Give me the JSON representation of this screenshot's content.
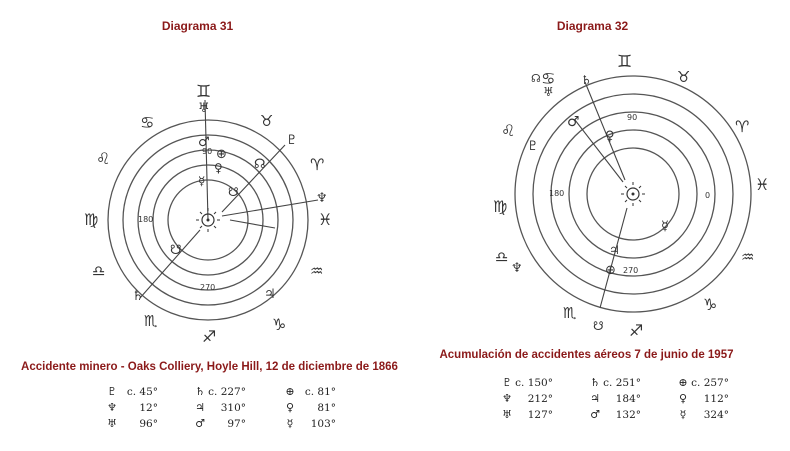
{
  "left": {
    "title": "Diagrama 31",
    "caption": "Accidente minero - Oaks Colliery, Hoyle Hill, 12 de diciembre de 1866",
    "degrees": {
      "d90": "90",
      "d180": "180",
      "d270": "270"
    },
    "table": [
      [
        {
          "glyph": "♇",
          "value": "c.  45°"
        },
        {
          "glyph": "♄",
          "value": "c. 227°"
        },
        {
          "glyph": "⊕",
          "value": "c.  81°"
        }
      ],
      [
        {
          "glyph": "♆",
          "value": "12°"
        },
        {
          "glyph": "♃",
          "value": "310°"
        },
        {
          "glyph": "♀",
          "value": "81°"
        }
      ],
      [
        {
          "glyph": "♅",
          "value": "96°"
        },
        {
          "glyph": "♂",
          "value": "97°"
        },
        {
          "glyph": "☿",
          "value": "103°"
        }
      ]
    ]
  },
  "right": {
    "title": "Diagrama 32",
    "caption": "Acumulación de accidentes aéreos 7 de junio de 1957",
    "degrees": {
      "d90": "90",
      "d180": "180",
      "d270": "270",
      "d0": "0"
    },
    "table": [
      [
        {
          "glyph": "♇",
          "value": "c. 150°"
        },
        {
          "glyph": "♄",
          "value": "c. 251°"
        },
        {
          "glyph": "⊕",
          "value": "c.  257°"
        }
      ],
      [
        {
          "glyph": "♆",
          "value": "212°"
        },
        {
          "glyph": "♃",
          "value": "184°"
        },
        {
          "glyph": "♀",
          "value": "112°"
        }
      ],
      [
        {
          "glyph": "♅",
          "value": "127°"
        },
        {
          "glyph": "♂",
          "value": "132°"
        },
        {
          "glyph": "☿",
          "value": "324°"
        }
      ]
    ]
  },
  "icons": {
    "zodiac": [
      "aries-icon",
      "taurus-icon",
      "gemini-icon",
      "cancer-icon",
      "leo-icon",
      "virgo-icon",
      "libra-icon",
      "scorpio-icon",
      "sagittarius-icon",
      "capricorn-icon",
      "aquarius-icon",
      "pisces-icon"
    ],
    "sun": "sun-icon"
  }
}
